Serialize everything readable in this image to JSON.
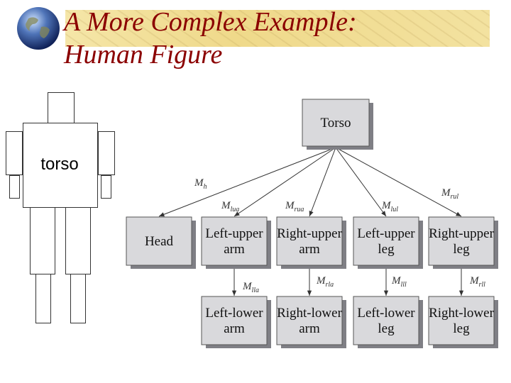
{
  "slide": {
    "title_line1": "A More Complex Example:",
    "title_line2": "Human Figure",
    "figure_label": "torso"
  },
  "tree": {
    "root": "Torso",
    "level1": [
      {
        "id": "head",
        "lines": [
          "Head"
        ]
      },
      {
        "id": "left-upper-arm",
        "lines": [
          "Left-upper",
          "arm"
        ]
      },
      {
        "id": "right-upper-arm",
        "lines": [
          "Right-upper",
          "arm"
        ]
      },
      {
        "id": "left-upper-leg",
        "lines": [
          "Left-upper",
          "leg"
        ]
      },
      {
        "id": "right-upper-leg",
        "lines": [
          "Right-upper",
          "leg"
        ]
      }
    ],
    "level2": [
      {
        "id": "left-lower-arm",
        "lines": [
          "Left-lower",
          "arm"
        ],
        "parent": 1
      },
      {
        "id": "right-lower-arm",
        "lines": [
          "Right-lower",
          "arm"
        ],
        "parent": 2
      },
      {
        "id": "left-lower-leg",
        "lines": [
          "Left-lower",
          "leg"
        ],
        "parent": 3
      },
      {
        "id": "right-lower-leg",
        "lines": [
          "Right-lower",
          "leg"
        ],
        "parent": 4
      }
    ],
    "edge_labels_level1": [
      {
        "m": "M",
        "sub": "h"
      },
      {
        "m": "M",
        "sub": "lua"
      },
      {
        "m": "M",
        "sub": "rua"
      },
      {
        "m": "M",
        "sub": "lul"
      },
      {
        "m": "M",
        "sub": "rul"
      }
    ],
    "edge_labels_level2": [
      {
        "m": "M",
        "sub": "lla"
      },
      {
        "m": "M",
        "sub": "rla"
      },
      {
        "m": "M",
        "sub": "lll"
      },
      {
        "m": "M",
        "sub": "rll"
      }
    ]
  },
  "colors": {
    "title": "#8b0000",
    "node_fill": "#d9d9dc",
    "node_shadow": "#7f7f85"
  }
}
